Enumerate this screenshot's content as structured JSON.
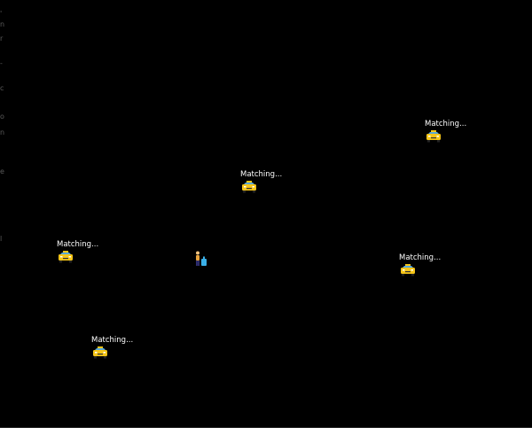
{
  "map": {
    "background_color": "#000000",
    "taxi_color": "#f5c518",
    "window_color": "#5aa9d6",
    "edge_glyphs": [
      "'",
      "n",
      "r",
      "-",
      "c",
      "o",
      "n",
      "e",
      "l"
    ]
  },
  "taxis": [
    {
      "status": "Matching...",
      "icon": "taxi-icon"
    },
    {
      "status": "Matching...",
      "icon": "taxi-icon"
    },
    {
      "status": "Matching...",
      "icon": "taxi-icon"
    },
    {
      "status": "Matching...",
      "icon": "taxi-icon"
    },
    {
      "status": "Matching...",
      "icon": "taxi-icon"
    }
  ],
  "passenger": {
    "icon": "passenger-with-luggage-icon"
  }
}
